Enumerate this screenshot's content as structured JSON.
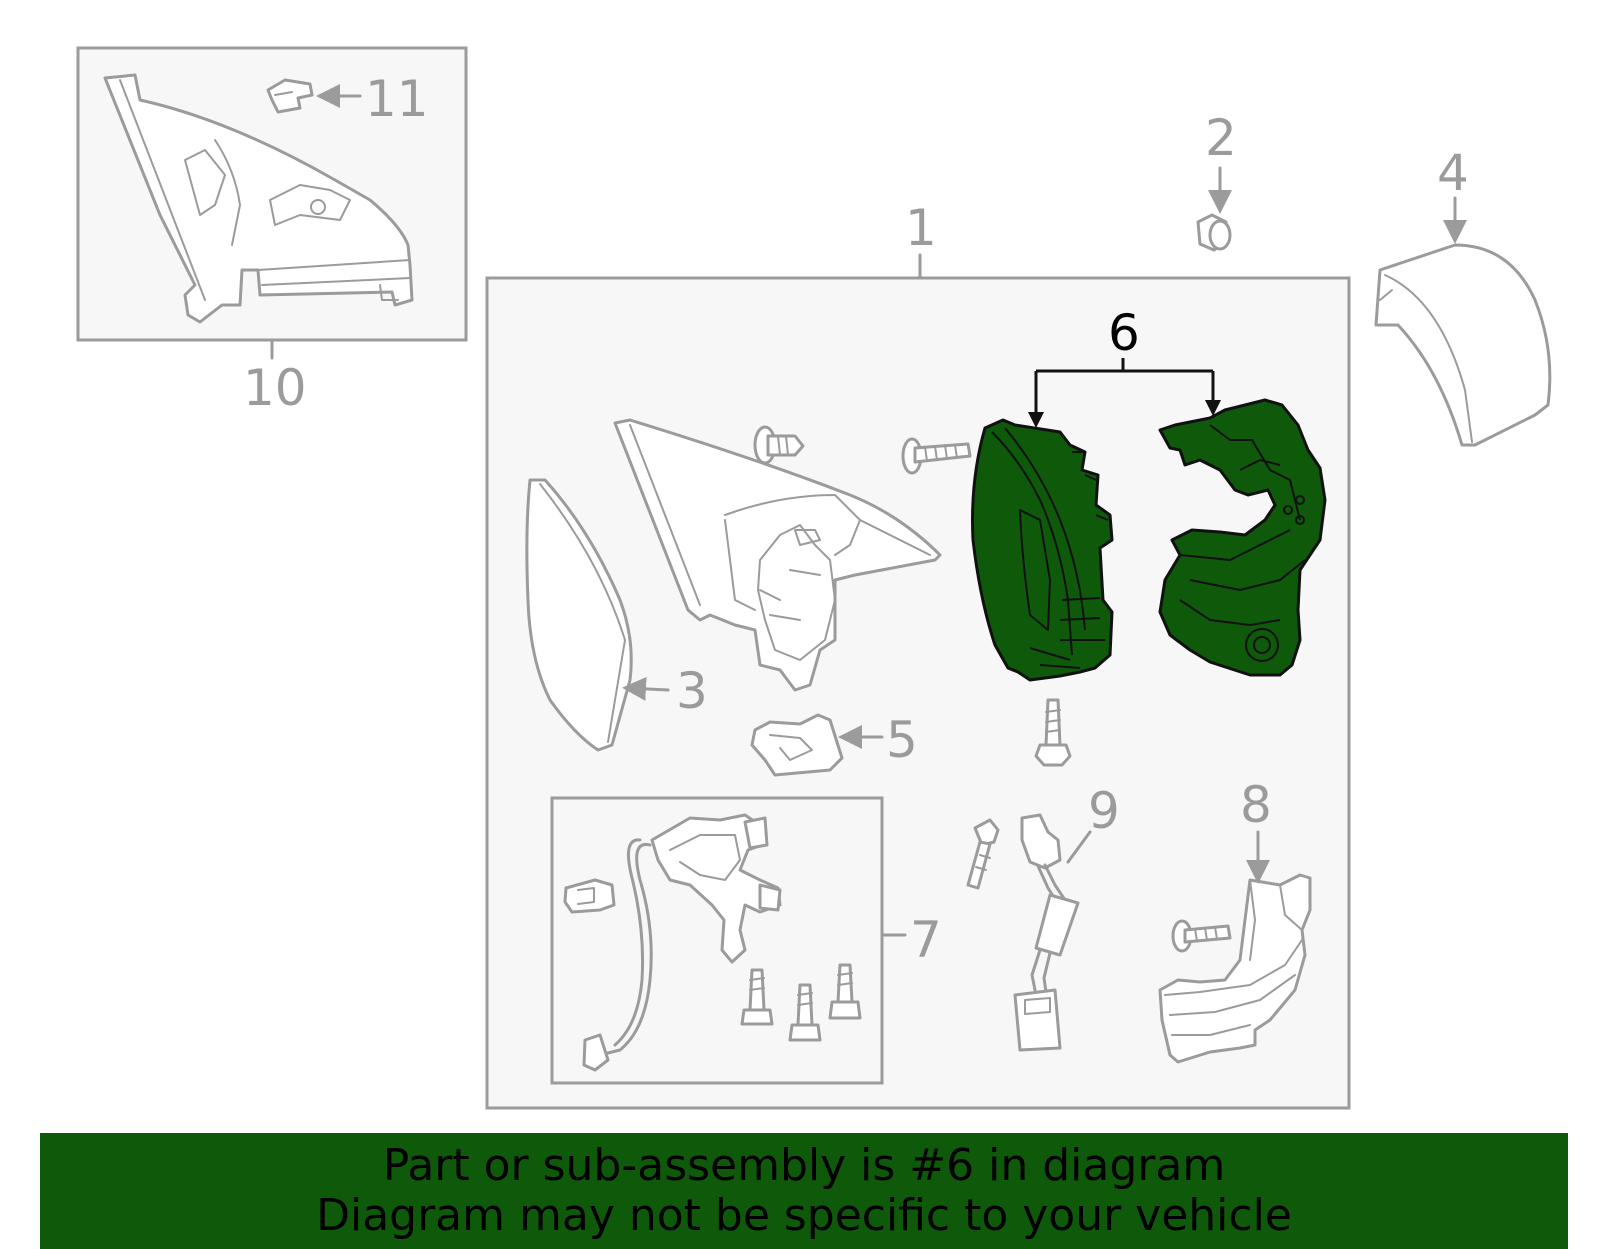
{
  "callouts": {
    "c1": "1",
    "c2": "2",
    "c3": "3",
    "c4": "4",
    "c5": "5",
    "c6": "6",
    "c7": "7",
    "c8": "8",
    "c9": "9",
    "c10": "10",
    "c11": "11"
  },
  "highlight_color": "#0e5a0a",
  "banner": {
    "line1": "Part or sub-assembly is #6 in diagram",
    "line2": "Diagram may not be specific to your vehicle"
  }
}
